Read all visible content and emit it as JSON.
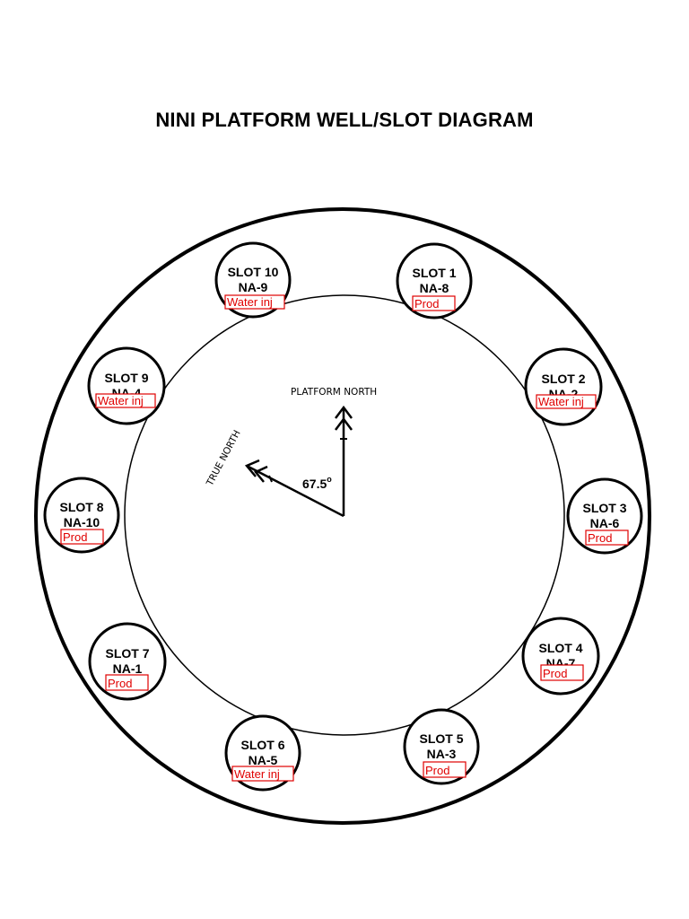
{
  "title": "NINI PLATFORM WELL/SLOT DIAGRAM",
  "platform_north_label": "PLATFORM NORTH",
  "true_north_label": "TRUE NORTH",
  "angle_label": "67.5",
  "angle_unit": "o",
  "colors": {
    "outline": "#000000",
    "well_type": "#e00000"
  },
  "slots": [
    {
      "slot": "SLOT 10",
      "well": "NA-9",
      "type": "Water inj"
    },
    {
      "slot": "SLOT 1",
      "well": "NA-8",
      "type": "Prod"
    },
    {
      "slot": "SLOT 9",
      "well": "NA-4",
      "type": "Water inj"
    },
    {
      "slot": "SLOT 2",
      "well": "NA-2",
      "type": "Water inj"
    },
    {
      "slot": "SLOT 8",
      "well": "NA-10",
      "type": "Prod"
    },
    {
      "slot": "SLOT 3",
      "well": "NA-6",
      "type": "Prod"
    },
    {
      "slot": "SLOT 7",
      "well": "NA-1",
      "type": "Prod"
    },
    {
      "slot": "SLOT 4",
      "well": "NA-7",
      "type": "Prod"
    },
    {
      "slot": "SLOT 6",
      "well": "NA-5",
      "type": "Water inj"
    },
    {
      "slot": "SLOT 5",
      "well": "NA-3",
      "type": "Prod"
    }
  ]
}
